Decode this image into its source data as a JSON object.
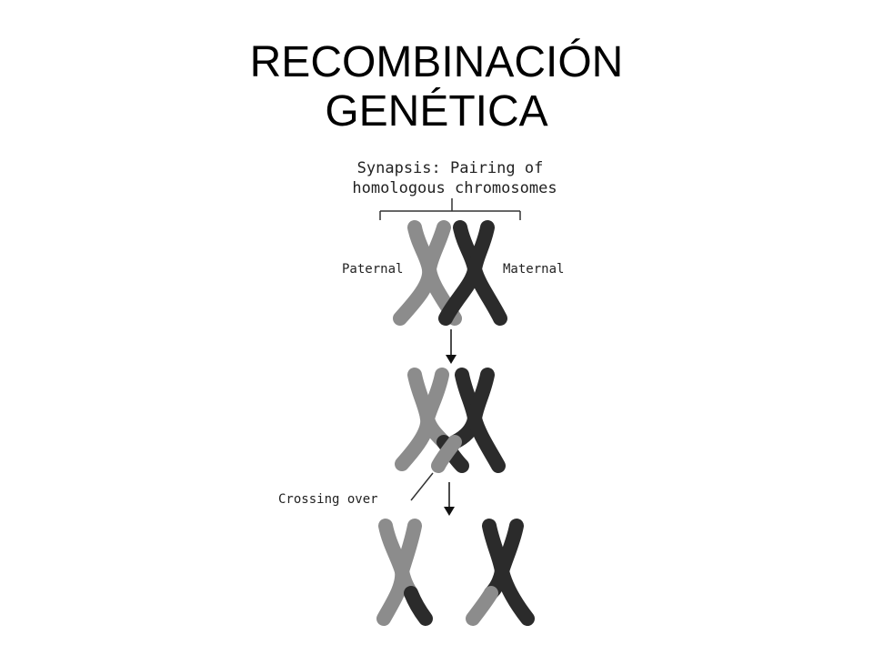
{
  "title": {
    "line1": "RECOMBINACIÓN",
    "line2": "GENÉTICA"
  },
  "labels": {
    "synapsis_line1": "Synapsis: Pairing of",
    "synapsis_line2": "homologous chromosomes",
    "paternal": "Paternal",
    "maternal": "Maternal",
    "crossing_over": "Crossing over"
  },
  "colors": {
    "paternal": "#8c8c8c",
    "maternal": "#2b2b2b",
    "text": "#000000"
  }
}
